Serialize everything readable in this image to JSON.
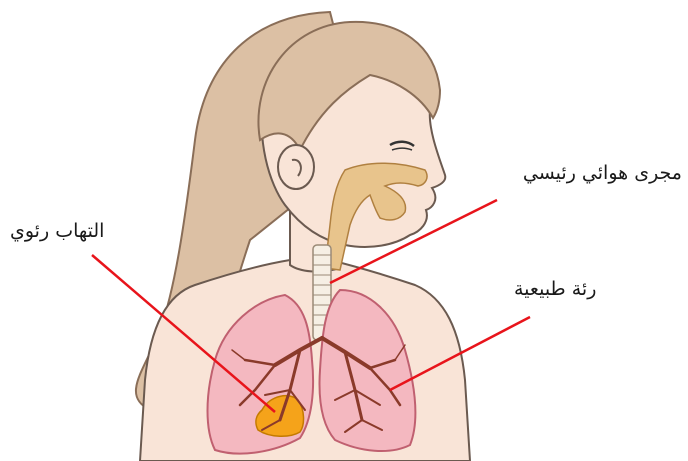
{
  "labels": {
    "pneumonia": "التهاب رئوي",
    "main_airway": "مجرى هوائي رئيسي",
    "normal_lung": "رئة طبيعية"
  },
  "colors": {
    "skin": "#f9e4d7",
    "hair": "#dcc0a4",
    "lung": "#f4b8c0",
    "bronchi": "#8a3a2a",
    "infection": "#f5a31a",
    "pointer": "#e8141b"
  }
}
